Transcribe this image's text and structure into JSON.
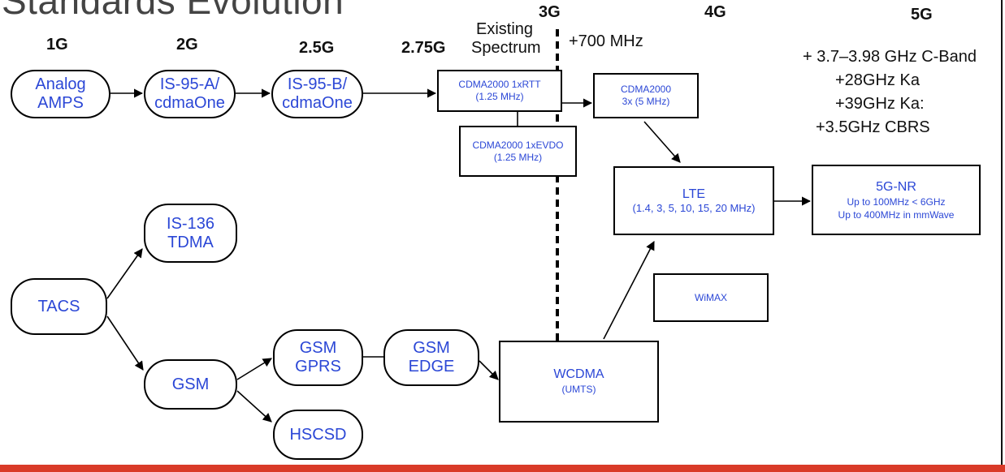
{
  "title": "Standards Evolution",
  "generations": {
    "g1": "1G",
    "g2": "2G",
    "g25": "2.5G",
    "g275": "2.75G",
    "g3": "3G",
    "g4": "4G",
    "g5": "5G"
  },
  "existing_spectrum": [
    "Existing",
    "Spectrum"
  ],
  "plus_700": "+700 MHz",
  "spectrum_5g": [
    "+ 3.7–3.98 GHz C-Band",
    "+28GHz Ka",
    "+39GHz Ka:",
    "+3.5GHz CBRS"
  ],
  "nodes": {
    "analog": [
      "Analog",
      "AMPS"
    ],
    "is95a": [
      "IS-95-A/",
      "cdmaOne"
    ],
    "is95b": [
      "IS-95-B/",
      "cdmaOne"
    ],
    "cdma1xrtt": [
      "CDMA2000 1xRTT",
      "(1.25 MHz)"
    ],
    "cdma3x": [
      "CDMA2000",
      "3x (5 MHz)"
    ],
    "cdmaevdo": [
      "CDMA2000 1xEVDO",
      "(1.25 MHz)"
    ],
    "lte": [
      "LTE",
      "(1.4, 3, 5, 10, 15, 20 MHz)"
    ],
    "nr5g": [
      "5G-NR",
      "Up to 100MHz < 6GHz",
      "Up to 400MHz in mmWave"
    ],
    "is136": [
      "IS-136",
      "TDMA"
    ],
    "tacs": [
      "TACS"
    ],
    "gsm": [
      "GSM"
    ],
    "gsmgprs": [
      "GSM",
      "GPRS"
    ],
    "gsmedge": [
      "GSM",
      "EDGE"
    ],
    "wcdma": [
      "WCDMA",
      "(UMTS)"
    ],
    "wimax": [
      "WiMAX"
    ],
    "hscsd": [
      "HSCSD"
    ]
  },
  "colors": {
    "node_text": "#2b47d6",
    "accent_bar": "#d93a28",
    "line": "#000000"
  }
}
